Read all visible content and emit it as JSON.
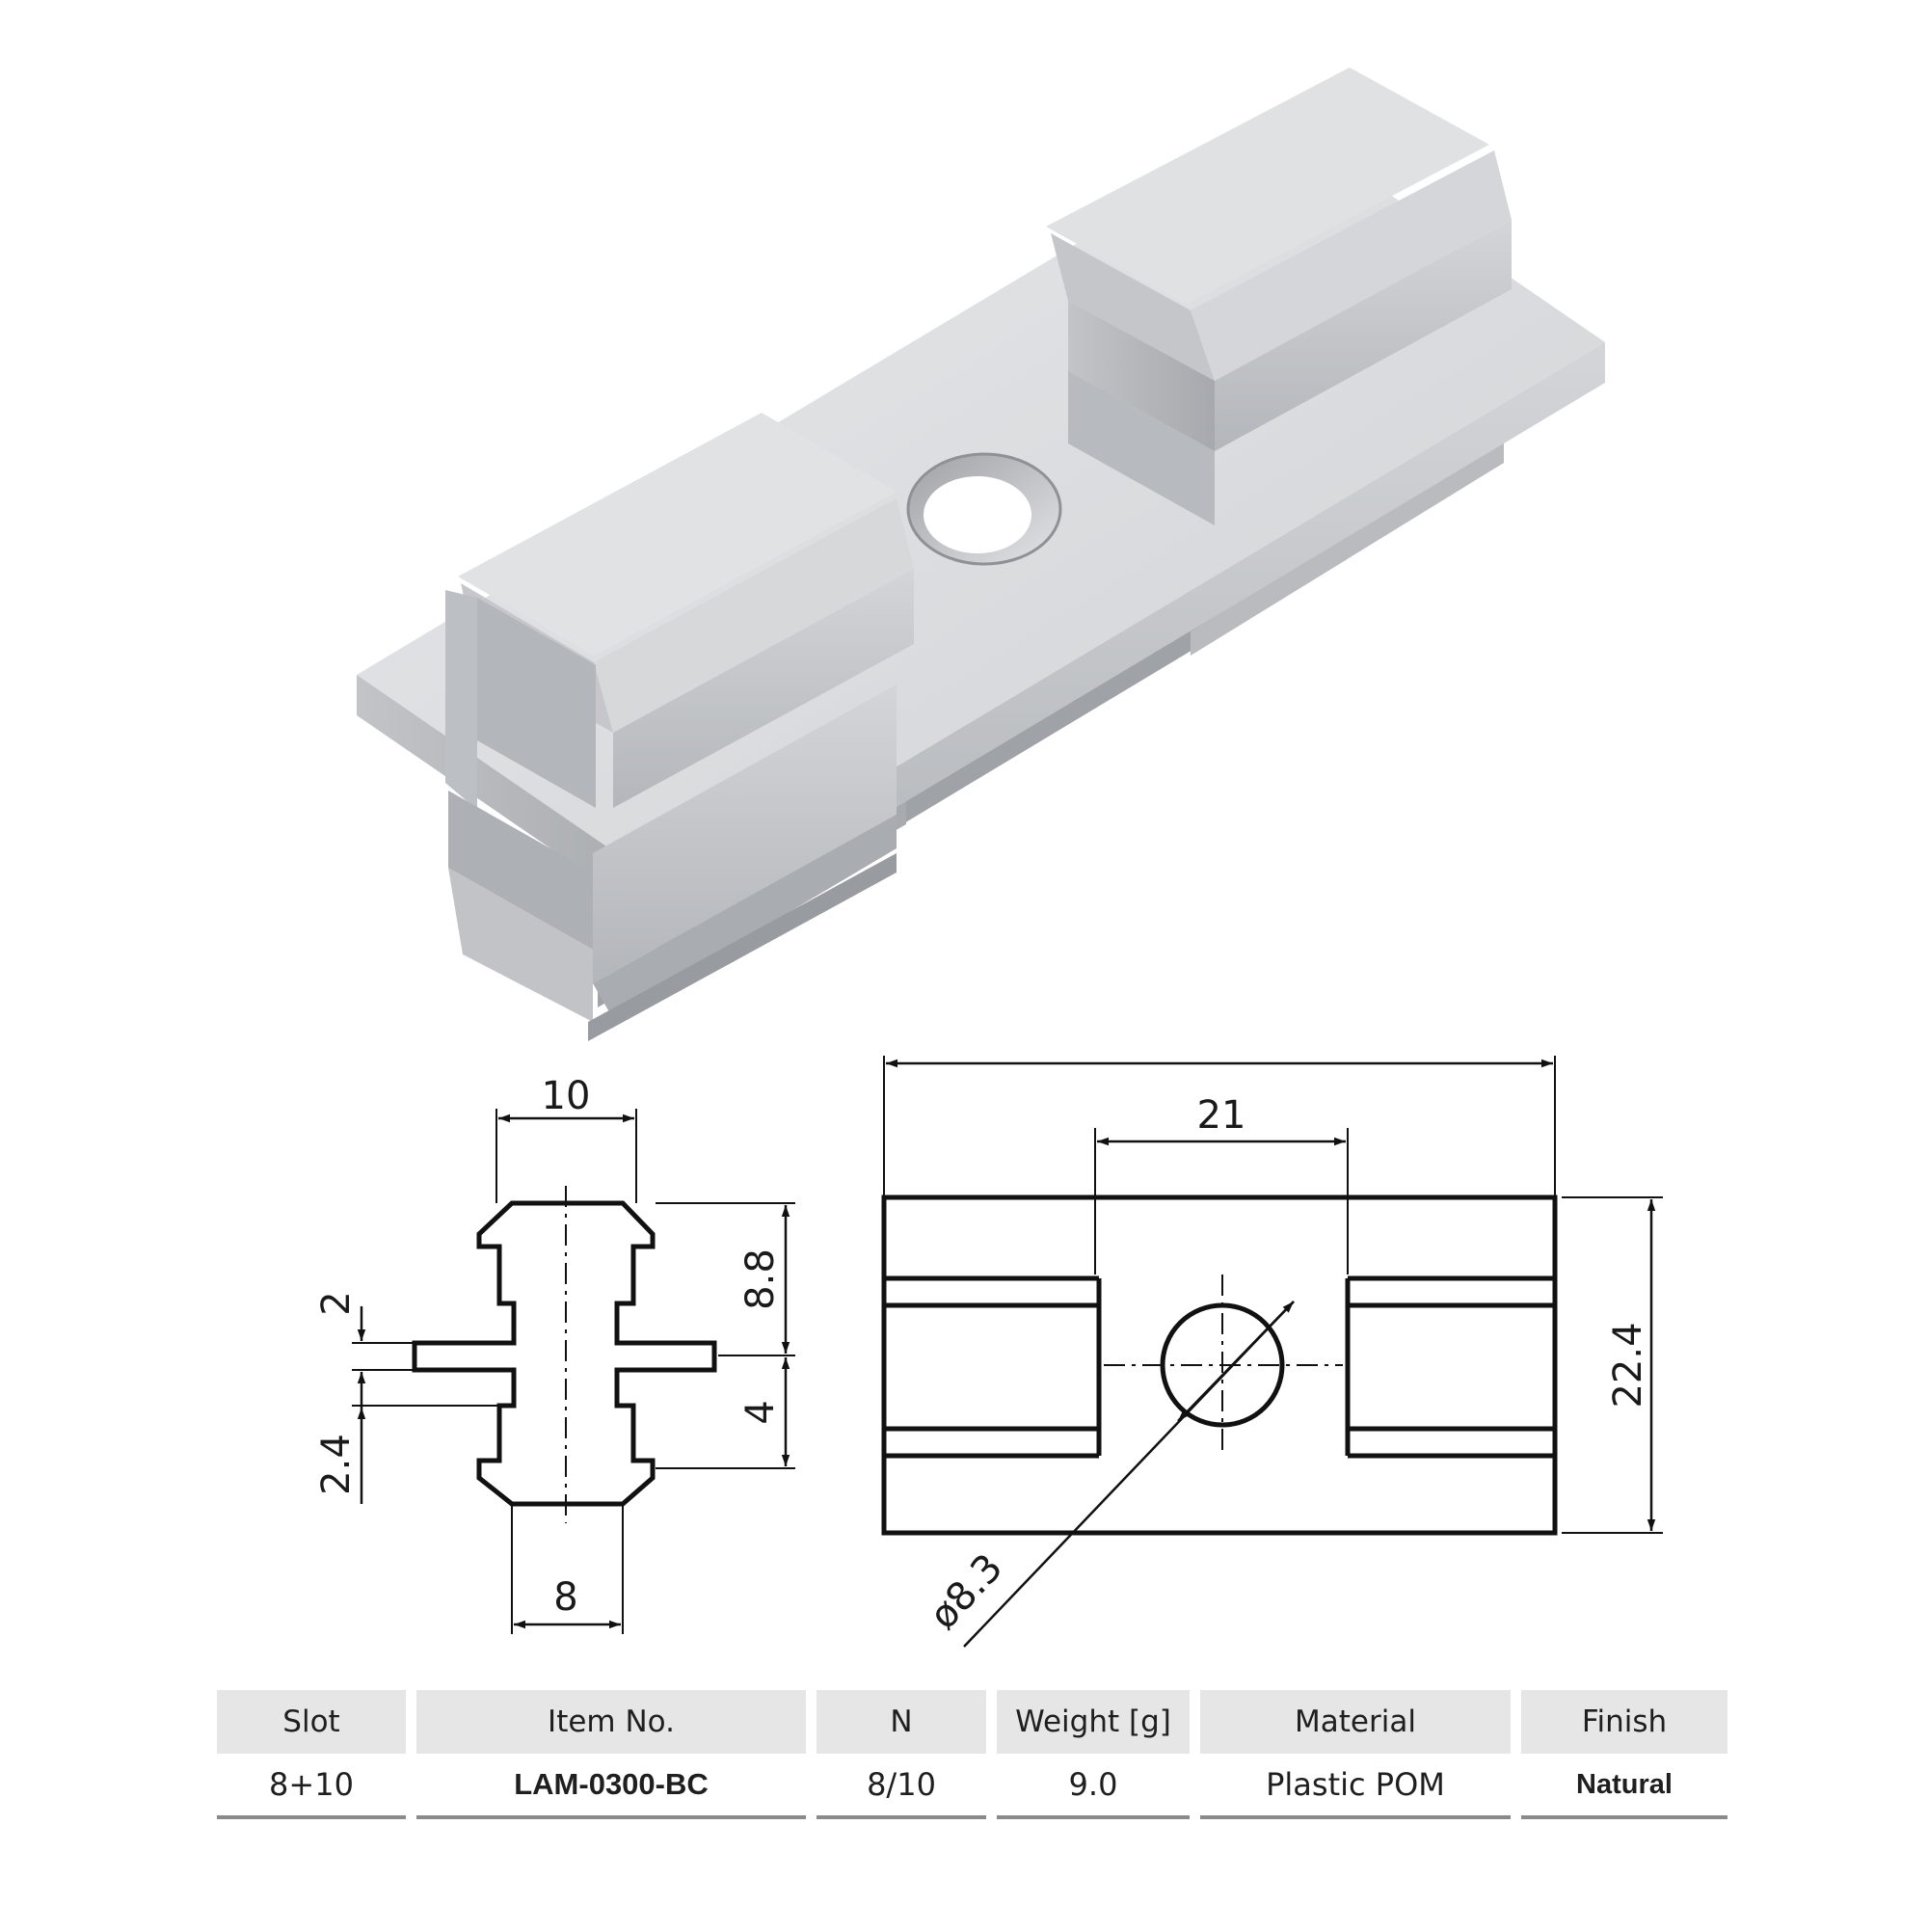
{
  "dimensions": {
    "side_width_top": "10",
    "side_width_bottom": "8",
    "side_height_upper": "8.8",
    "side_height_lower": "4",
    "flange_thickness": "2",
    "flange_gap": "2.4",
    "hole_spacing": "21",
    "overall_height": "22.4",
    "hole_diameter": "ø8.3"
  },
  "spec_table": {
    "headers": [
      "Slot",
      "Item No.",
      "N",
      "Weight [g]",
      "Material",
      "Finish"
    ],
    "row": [
      "8+10",
      "LAM-0300-BC",
      "8/10",
      "9.0",
      "Plastic POM",
      "Natural"
    ]
  },
  "colors": {
    "metal_light": "#e2e3e5",
    "metal_mid": "#c9cbce",
    "metal_dark": "#a9acb0",
    "line": "#111111",
    "header_bg": "#e6e6e6"
  }
}
